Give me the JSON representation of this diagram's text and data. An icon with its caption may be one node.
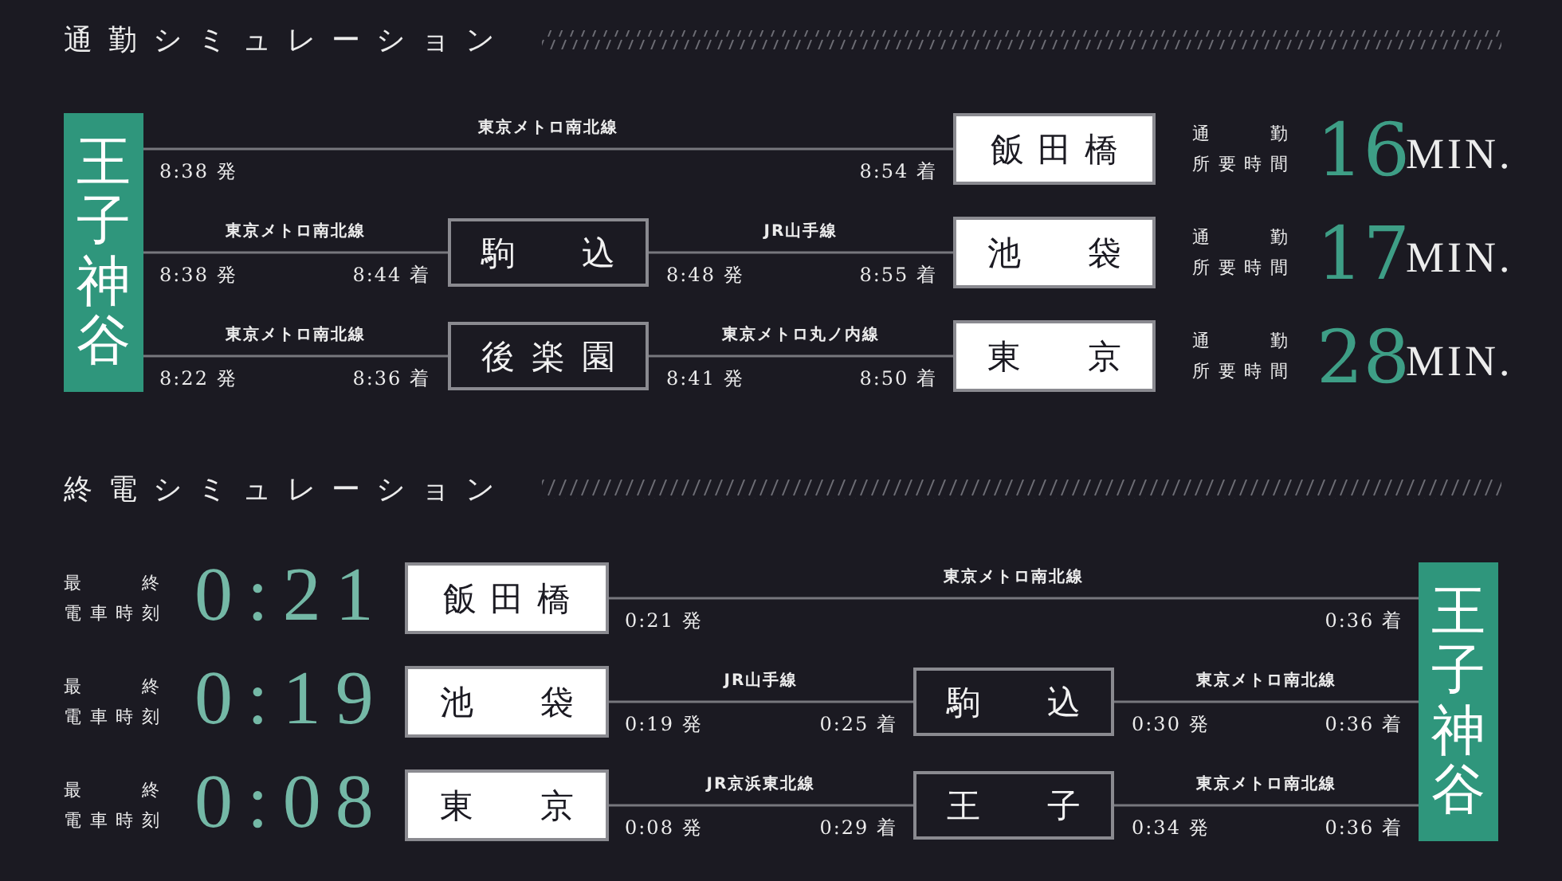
{
  "diagram": {
    "nodes": [
      {
        "text": [
          "王子神谷"
        ]
      },
      {
        "text": [
          "飯田橋"
        ]
      },
      {
        "text": [
          "駒込"
        ]
      },
      {
        "text": [
          "池袋"
        ]
      },
      {
        "text": [
          "後楽園"
        ]
      },
      {
        "text": [
          "東京"
        ]
      },
      {
        "text": [
          "飯田橋"
        ]
      },
      {
        "text": [
          "池袋"
        ]
      },
      {
        "text": [
          "駒込"
        ]
      },
      {
        "text": [
          "東京"
        ]
      },
      {
        "text": [
          "王子"
        ]
      },
      {
        "text": [
          "王子神谷"
        ]
      }
    ],
    "edges": [
      {
        "from": 0,
        "to": 1,
        "arrow": "none",
        "label": "東京メトロ南北線"
      },
      {
        "from": 0,
        "to": 2,
        "arrow": "none",
        "label": "東京メトロ南北線"
      },
      {
        "from": 2,
        "to": 3,
        "arrow": "none",
        "label": "JR山手線"
      },
      {
        "from": 0,
        "to": 4,
        "arrow": "none",
        "label": "東京メトロ南北線"
      },
      {
        "from": 4,
        "to": 5,
        "arrow": "none",
        "label": "東京メトロ丸ノ内線"
      },
      {
        "from": 6,
        "to": 11,
        "arrow": "none",
        "label": "東京メトロ南北線"
      },
      {
        "from": 7,
        "to": 8,
        "arrow": "none",
        "label": "JR山手線"
      },
      {
        "from": 8,
        "to": 11,
        "arrow": "none",
        "label": "東京メトロ南北線"
      },
      {
        "from": 9,
        "to": 10,
        "arrow": "none",
        "label": "JR京浜東北線"
      },
      {
        "from": 10,
        "to": 11,
        "arrow": "none",
        "label": "東京メトロ南北線"
      }
    ],
    "labels": [
      "通勤シミュレーション",
      "8:38 発",
      "8:54 着",
      "通勤",
      "所要時間",
      "16",
      "MIN.",
      "8:38 発",
      "8:44 着",
      "8:48 発",
      "8:55 着",
      "通勤",
      "所要時間",
      "17",
      "MIN.",
      "8:22 発",
      "8:36 着",
      "8:41 発",
      "8:50 着",
      "通勤",
      "所要時間",
      "28",
      "MIN.",
      "終電シミュレーション",
      "最終",
      "電車時刻",
      "0:21",
      "0:21 発",
      "0:36 着",
      "最終",
      "電車時刻",
      "0:19",
      "0:19 発",
      "0:25 着",
      "0:30 発",
      "0:36 着",
      "最終",
      "電車時刻",
      "0:08",
      "0:08 発",
      "0:29 着",
      "0:34 発",
      "0:36 着"
    ]
  }
}
